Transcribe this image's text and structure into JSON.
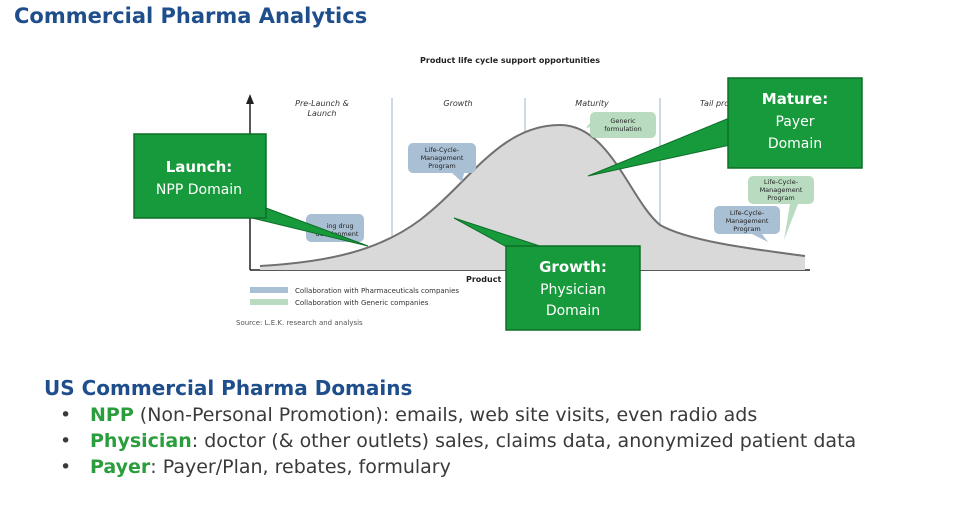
{
  "page_title": "Commercial Pharma Analytics",
  "diagram": {
    "title": "Product life cycle support opportunities",
    "phases": [
      "Pre-Launch &",
      "Launch",
      "Growth",
      "Maturity",
      "Tail pro"
    ],
    "x_axis_label": "Product",
    "bubbles": {
      "lcm_growth": [
        "Life-Cycle-",
        "Management",
        "Program"
      ],
      "generic_formulation": [
        "Generic",
        "formulation"
      ],
      "lcm_tail_green": [
        "Life-Cycle-",
        "Management",
        "Program"
      ],
      "lcm_tail_blue": [
        "Life-Cycle-",
        "Management",
        "Program"
      ],
      "new_drug": [
        "ing drug",
        "development"
      ]
    },
    "legend": [
      {
        "label": "Collaboration with Pharmaceuticals companies",
        "color": "#a9bfd3"
      },
      {
        "label": "Collaboration with Generic companies",
        "color": "#b9dcc1"
      }
    ],
    "source": "Source: L.E.K. research and analysis",
    "callouts": {
      "launch": {
        "title": "Launch:",
        "sub": "NPP Domain"
      },
      "mature": {
        "title": "Mature:",
        "sub1": "Payer",
        "sub2": "Domain"
      },
      "growth": {
        "title": "Growth:",
        "sub1": "Physician",
        "sub2": "Domain"
      }
    },
    "colors": {
      "callout_green": "#179a3b",
      "curve_fill": "#d9d9d9",
      "curve_stroke": "#707070"
    }
  },
  "section": {
    "heading": "US Commercial Pharma Domains",
    "items": [
      {
        "keyword": "NPP",
        "text": " (Non-Personal Promotion): emails, web site visits, even radio ads"
      },
      {
        "keyword": "Physician",
        "text": ": doctor (& other outlets) sales, claims data, anonymized patient data"
      },
      {
        "keyword": "Payer",
        "text": ": Payer/Plan, rebates, formulary"
      }
    ]
  }
}
